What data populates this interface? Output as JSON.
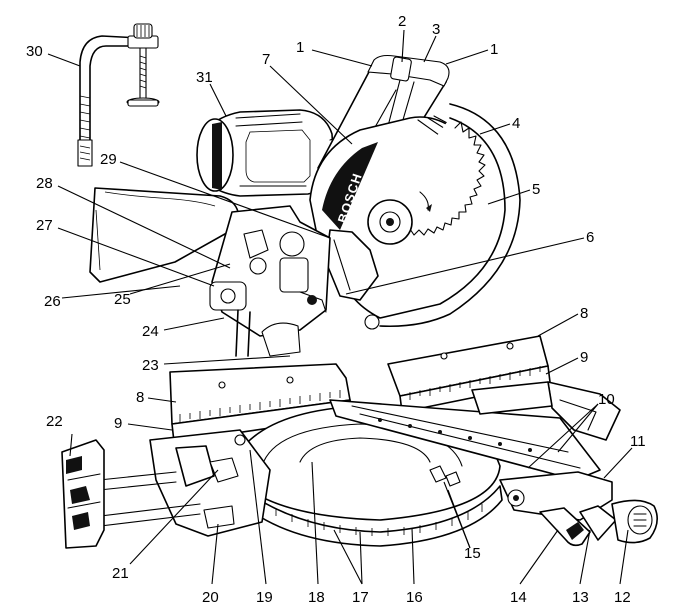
{
  "callouts": {
    "c1a": "1",
    "c1b": "1",
    "c2": "2",
    "c3": "3",
    "c4": "4",
    "c5": "5",
    "c6": "6",
    "c7": "7",
    "c8a": "8",
    "c8b": "8",
    "c9a": "9",
    "c9b": "9",
    "c10": "10",
    "c11": "11",
    "c12": "12",
    "c13": "13",
    "c14": "14",
    "c15": "15",
    "c16": "16",
    "c17": "17",
    "c18": "18",
    "c19": "19",
    "c20": "20",
    "c21": "21",
    "c22": "22",
    "c23": "23",
    "c24": "24",
    "c25": "25",
    "c26": "26",
    "c27": "27",
    "c28": "28",
    "c29": "29",
    "c30": "30",
    "c31": "31"
  },
  "brand_text": "BOSCH"
}
